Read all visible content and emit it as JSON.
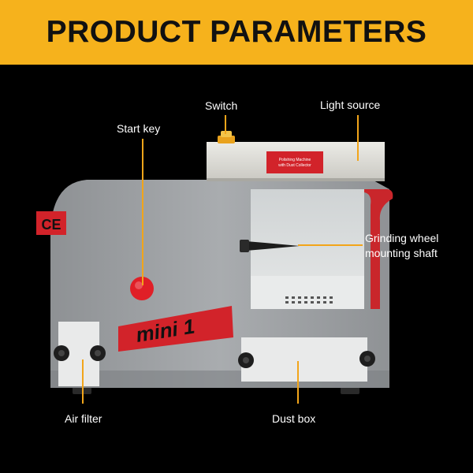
{
  "banner": {
    "title": "PRODUCT PARAMETERS"
  },
  "callouts": {
    "switch": "Switch",
    "light_source": "Light source",
    "start_key": "Start key",
    "grinding_line1": "Grinding wheel",
    "grinding_line2": "mounting shaft",
    "air_filter": "Air filter",
    "dust_box": "Dust box"
  },
  "machine": {
    "ce_mark": "CE",
    "model_label": "mini 1",
    "plate_line1": "Polishing Machine",
    "plate_line2": "with Dust Collector"
  },
  "colors": {
    "banner": "#f6b21c",
    "leader": "#f2a51a",
    "body": "#9ea1a4",
    "accent_red": "#e8202a",
    "background": "#000000"
  }
}
